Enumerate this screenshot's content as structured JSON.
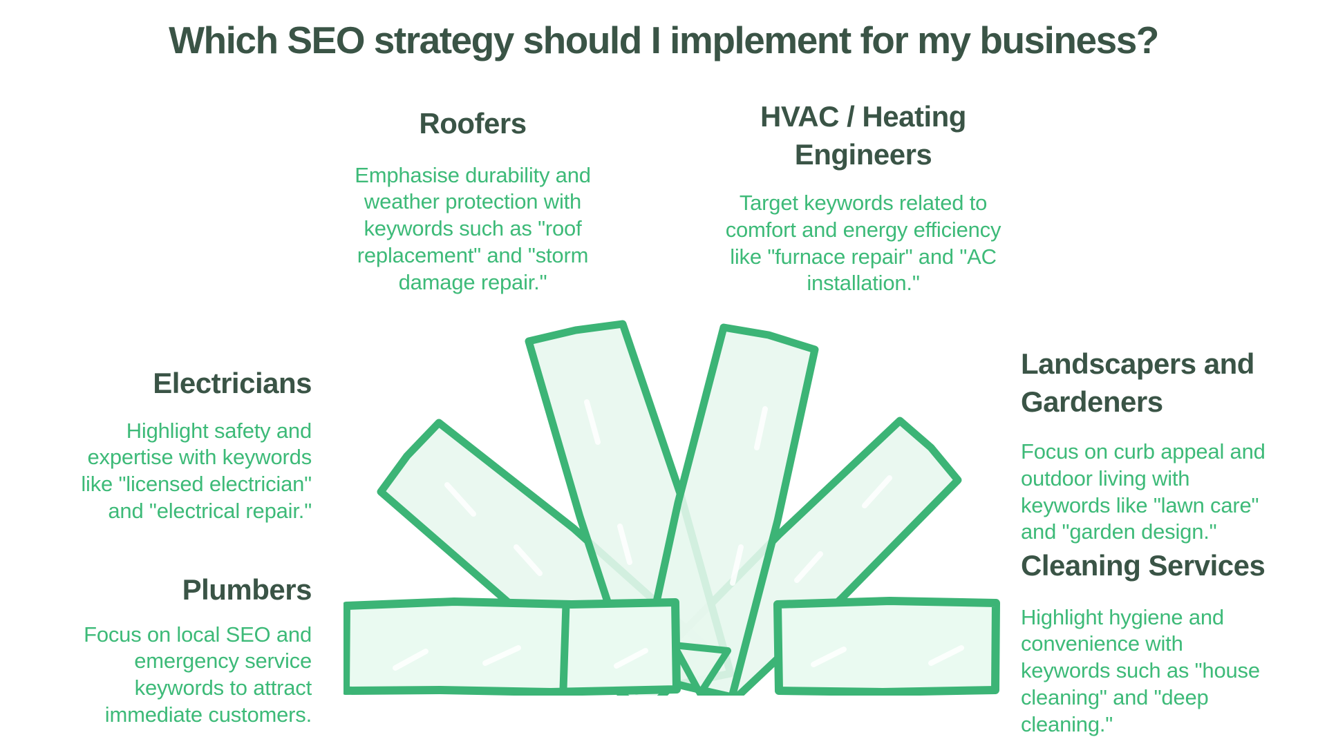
{
  "title": "Which SEO strategy should I implement for my business?",
  "colors": {
    "heading_text": "#3a5446",
    "body_text": "#3dba78",
    "plank_stroke": "#3cb476",
    "plank_fill": "#e7f7ee"
  },
  "graphic": {
    "name": "hand-drawn fan of six planks",
    "plank_count": 6
  },
  "sections": [
    {
      "id": "roofers",
      "label_lines": [
        "Roofers"
      ],
      "description_lines": [
        "Emphasise durability and",
        "weather protection with",
        "keywords such as \"roof",
        "replacement\" and \"storm",
        "damage repair.\""
      ]
    },
    {
      "id": "hvac",
      "label_lines": [
        "HVAC / Heating",
        "Engineers"
      ],
      "description_lines": [
        "Target keywords related to",
        "comfort and energy efficiency",
        "like \"furnace repair\" and \"AC",
        "installation.\""
      ]
    },
    {
      "id": "electricians",
      "label_lines": [
        "Electricians"
      ],
      "description_lines": [
        "Highlight safety and",
        "expertise with keywords",
        "like \"licensed electrician\"",
        "and \"electrical repair.\""
      ]
    },
    {
      "id": "plumbers",
      "label_lines": [
        "Plumbers"
      ],
      "description_lines": [
        "Focus on local SEO and",
        "emergency service",
        "keywords to attract",
        "immediate customers."
      ]
    },
    {
      "id": "landscapers",
      "label_lines": [
        "Landscapers and",
        "Gardeners"
      ],
      "description_lines": [
        "Focus on curb appeal and",
        "outdoor living with",
        "keywords like \"lawn care\"",
        "and \"garden design.\""
      ]
    },
    {
      "id": "cleaning",
      "label_lines": [
        "Cleaning Services"
      ],
      "description_lines": [
        "Highlight hygiene and",
        "convenience with",
        "keywords such as \"house",
        "cleaning\" and \"deep",
        "cleaning.\""
      ]
    }
  ]
}
